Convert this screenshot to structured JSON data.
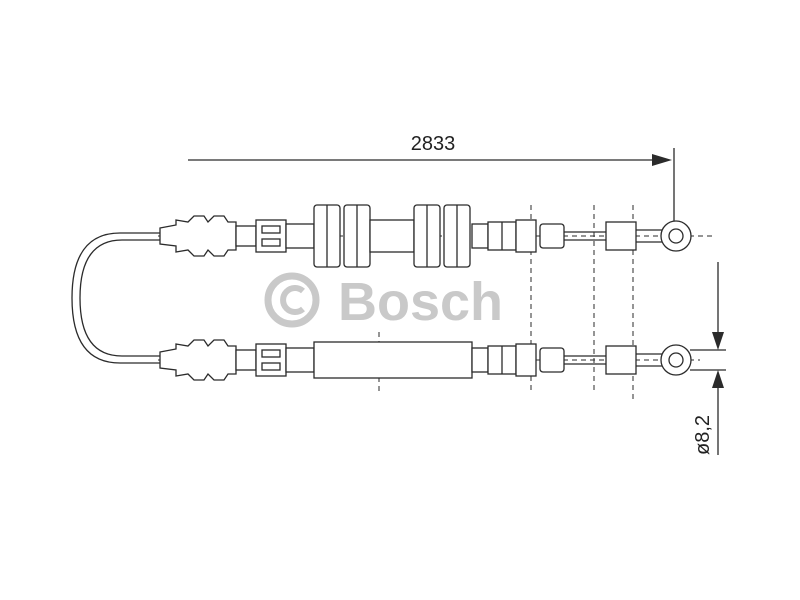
{
  "dimensions": {
    "length": "2833",
    "diameter": "ø8,2"
  },
  "watermark": {
    "text": "© Bosch"
  },
  "colors": {
    "line": "#2b2b2b",
    "watermark": "#c9c9c9",
    "background": "#ffffff"
  }
}
